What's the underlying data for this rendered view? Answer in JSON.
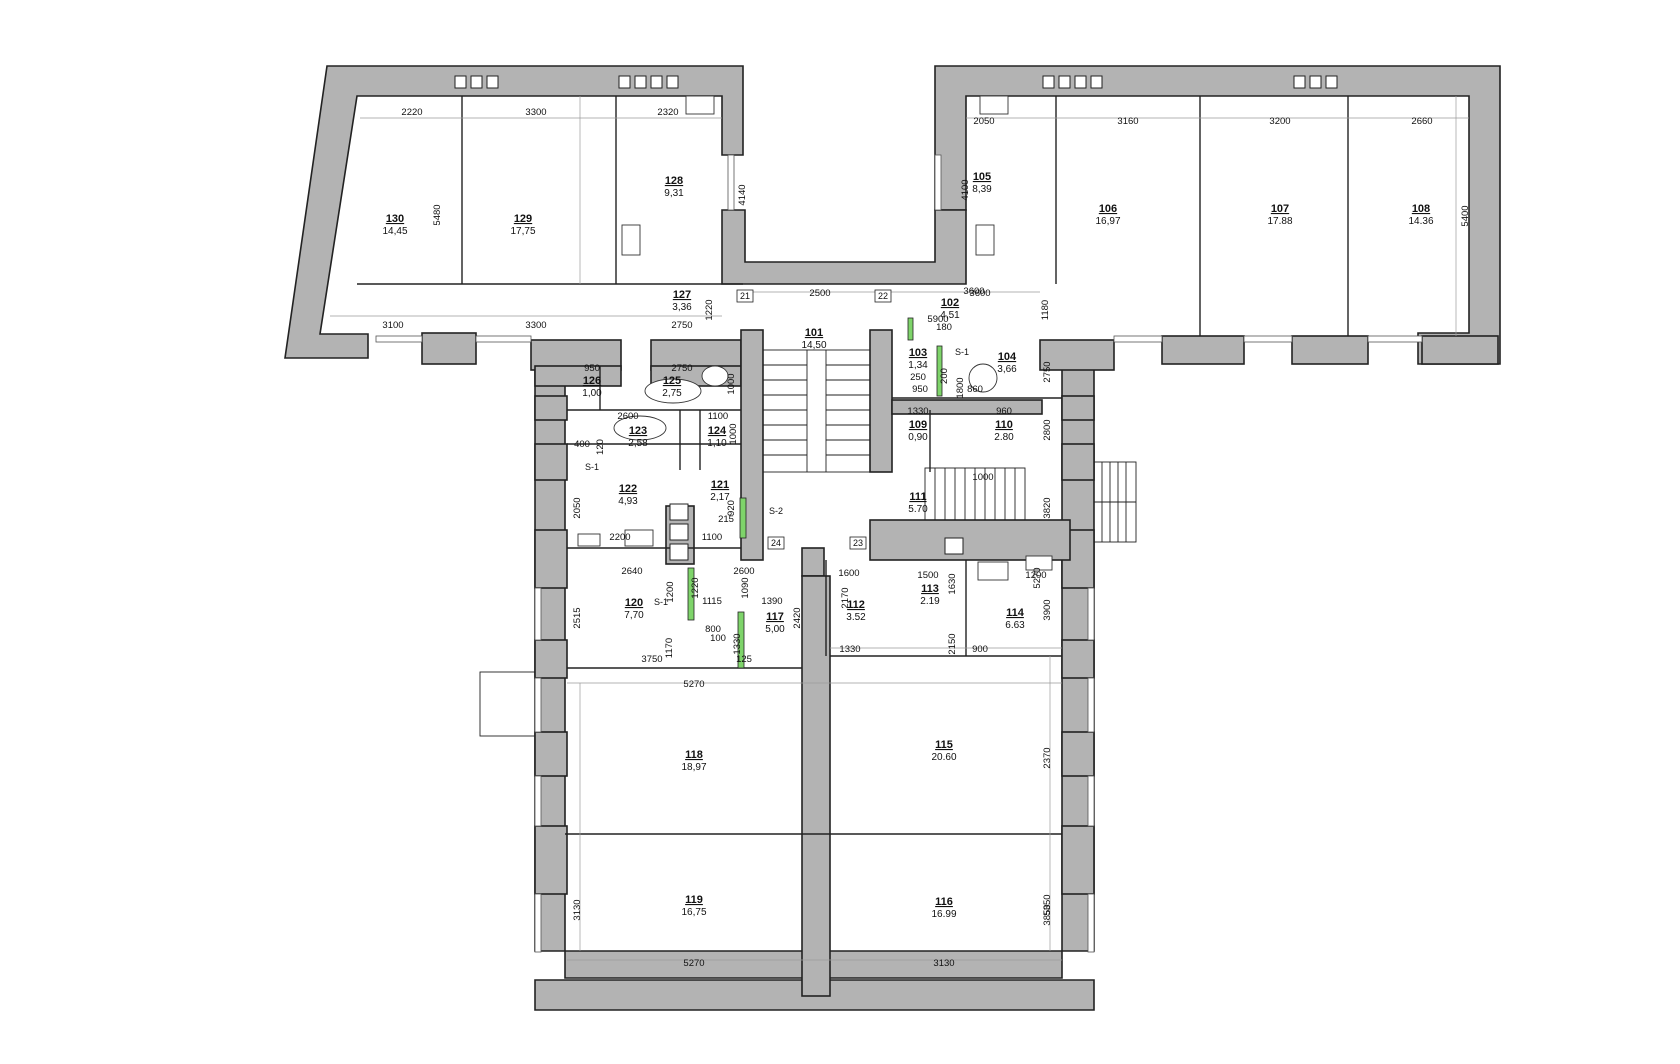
{
  "plan": {
    "rooms": [
      {
        "id": "130",
        "number": "130",
        "area": "14,45"
      },
      {
        "id": "129",
        "number": "129",
        "area": "17,75"
      },
      {
        "id": "128",
        "number": "128",
        "area": "9,31"
      },
      {
        "id": "127",
        "number": "127",
        "area": "3,36"
      },
      {
        "id": "126",
        "number": "126",
        "area": "1,00"
      },
      {
        "id": "125",
        "number": "125",
        "area": "2,75"
      },
      {
        "id": "124",
        "number": "124",
        "area": "1,10"
      },
      {
        "id": "123",
        "number": "123",
        "area": "2,58"
      },
      {
        "id": "122",
        "number": "122",
        "area": "4,93"
      },
      {
        "id": "121",
        "number": "121",
        "area": "2,17"
      },
      {
        "id": "120",
        "number": "120",
        "area": "7,70"
      },
      {
        "id": "117",
        "number": "117",
        "area": "5,00"
      },
      {
        "id": "118",
        "number": "118",
        "area": "18,97"
      },
      {
        "id": "119",
        "number": "119",
        "area": "16,75"
      },
      {
        "id": "101",
        "number": "101",
        "area": "14,50"
      },
      {
        "id": "102",
        "number": "102",
        "area": "4,51"
      },
      {
        "id": "103",
        "number": "103",
        "area": "1,34"
      },
      {
        "id": "104",
        "number": "104",
        "area": "3,66"
      },
      {
        "id": "105",
        "number": "105",
        "area": "8,39"
      },
      {
        "id": "106",
        "number": "106",
        "area": "16,97"
      },
      {
        "id": "107",
        "number": "107",
        "area": "17.88"
      },
      {
        "id": "108",
        "number": "108",
        "area": "14.36"
      },
      {
        "id": "109",
        "number": "109",
        "area": "0,90"
      },
      {
        "id": "110",
        "number": "110",
        "area": "2.80"
      },
      {
        "id": "111",
        "number": "111",
        "area": "5.70"
      },
      {
        "id": "112",
        "number": "112",
        "area": "3.52"
      },
      {
        "id": "113",
        "number": "113",
        "area": "2.19"
      },
      {
        "id": "114",
        "number": "114",
        "area": "6.63"
      },
      {
        "id": "115",
        "number": "115",
        "area": "20.60"
      },
      {
        "id": "116",
        "number": "116",
        "area": "16.99"
      }
    ],
    "dimensions": [
      "2220",
      "3300",
      "2320",
      "5480",
      "4140",
      "3100",
      "3300",
      "2750",
      "1220",
      "2500",
      "3600",
      "1180",
      "2050",
      "3160",
      "3200",
      "2660",
      "4100",
      "5400",
      "950",
      "2750",
      "1000",
      "2600",
      "1100",
      "1000",
      "400",
      "120",
      "2050",
      "920",
      "215",
      "2200",
      "1100",
      "2640",
      "2600",
      "1200",
      "1220",
      "1115",
      "1390",
      "1090",
      "2515",
      "1170",
      "800",
      "100",
      "1330",
      "125",
      "3750",
      "5270",
      "2420",
      "1600",
      "2170",
      "1330",
      "3600",
      "5270",
      "3130",
      "5270",
      "5900",
      "180",
      "200",
      "1800",
      "250",
      "950",
      "860",
      "2750",
      "1330",
      "960",
      "2800",
      "1000",
      "3820",
      "1500",
      "1630",
      "1200",
      "2150",
      "900",
      "3900",
      "2370",
      "3850",
      "3130",
      "5350",
      "3130"
    ],
    "door_tags": [
      "21",
      "22",
      "23",
      "24"
    ],
    "section_marks": [
      "S-1",
      "S-1",
      "S-1",
      "S-2"
    ],
    "colors": {
      "wall": "#b3b3b3",
      "line": "#222222",
      "green": "#7ed46a",
      "background": "#ffffff"
    }
  }
}
